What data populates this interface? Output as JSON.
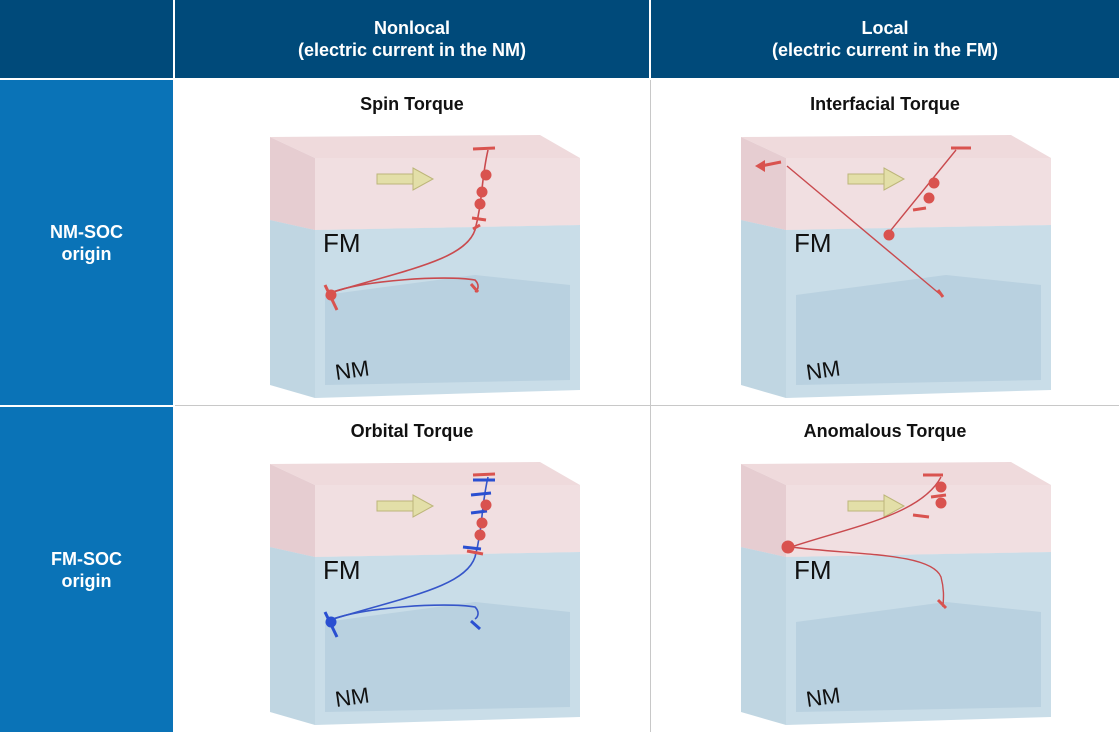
{
  "columns": [
    {
      "title": "Nonlocal",
      "subtitle": "(electric current in the NM)"
    },
    {
      "title": "Local",
      "subtitle": "(electric current in the FM)"
    }
  ],
  "rows": [
    {
      "line1": "NM-SOC",
      "line2": "origin"
    },
    {
      "line1": "FM-SOC",
      "line2": "origin"
    }
  ],
  "cells": {
    "spin": {
      "title": "Spin Torque",
      "fm": "FM",
      "nm": "NM"
    },
    "interfacial": {
      "title": "Interfacial Torque",
      "fm": "FM",
      "nm": "NM"
    },
    "orbital": {
      "title": "Orbital Torque",
      "fm": "FM",
      "nm": "NM"
    },
    "anomalous": {
      "title": "Anomalous Torque",
      "fm": "FM",
      "nm": "NM"
    }
  },
  "colors": {
    "header_bg": "#004a7a",
    "row_header_bg": "#0a73b7",
    "fm_layer": "#e8cdd0",
    "nm_layer": "#c2d8e4",
    "spin_red": "#d9534f",
    "orbital_blue": "#2a4fd1",
    "magnetization_arrow": "#e3dfa8"
  }
}
